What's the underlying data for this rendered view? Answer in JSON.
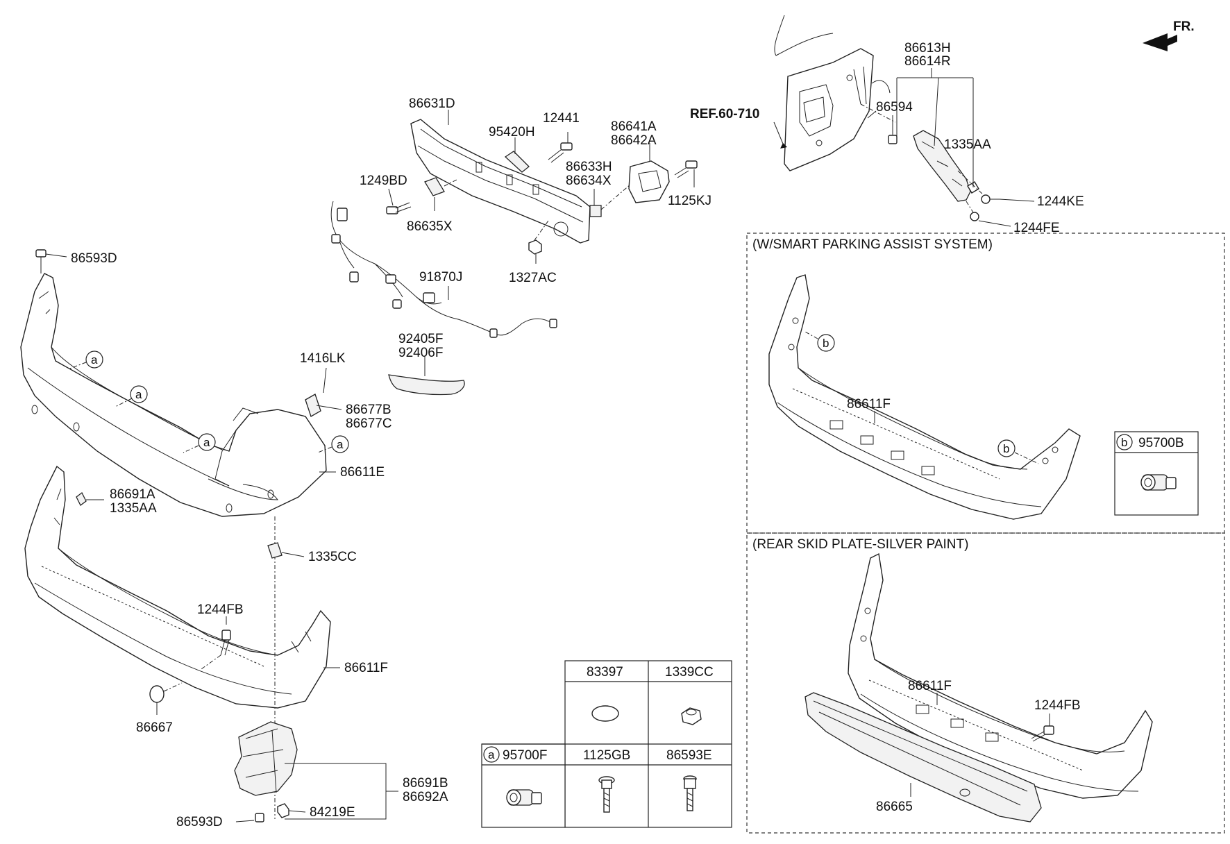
{
  "fr_label": "FR.",
  "ref_label": "REF.60-710",
  "box_titles": {
    "smart_parking": "(W/SMART PARKING ASSIST SYSTEM)",
    "skid_plate": "(REAR SKID PLATE-SILVER PAINT)"
  },
  "markers": {
    "a": "a",
    "b": "b"
  },
  "labels": {
    "p86613H": "86613H",
    "p86614R": "86614R",
    "p86594": "86594",
    "p1335AA_top": "1335AA",
    "p1244KE": "1244KE",
    "p1244FE": "1244FE",
    "p86631D": "86631D",
    "p12441": "12441",
    "p95420H": "95420H",
    "p86641A": "86641A",
    "p86642A": "86642A",
    "p86633H": "86633H",
    "p86634X": "86634X",
    "p1125KJ": "1125KJ",
    "p1249BD": "1249BD",
    "p86635X": "86635X",
    "p1327AC": "1327AC",
    "p91870J": "91870J",
    "p86593D_top": "86593D",
    "p92405F": "92405F",
    "p92406F": "92406F",
    "p1416LK": "1416LK",
    "p86677B": "86677B",
    "p86677C": "86677C",
    "p86611E": "86611E",
    "p86691A": "86691A",
    "p1335AA_mid": "1335AA",
    "p1335CC": "1335CC",
    "p1244FB_left": "1244FB",
    "p86611F_left": "86611F",
    "p86667": "86667",
    "p86691B": "86691B",
    "p86692A": "86692A",
    "p86593D_bottom": "86593D",
    "p84219E": "84219E",
    "p86611F_box1": "86611F",
    "p95700B": "95700B",
    "p86611F_box2": "86611F",
    "p1244FB_box2": "1244FB",
    "p86665": "86665"
  },
  "parts_table": {
    "top_row": [
      "83397",
      "1339CC"
    ],
    "bottom_row_marker": "a",
    "bottom_row": [
      "95700F",
      "1125GB",
      "86593E"
    ]
  }
}
